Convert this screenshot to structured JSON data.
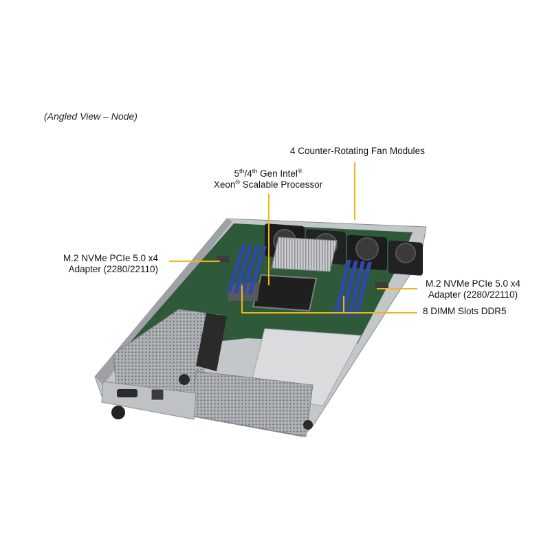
{
  "caption": "(Angled View – Node)",
  "callouts": {
    "fans": "4 Counter-Rotating  Fan Modules",
    "cpu": {
      "line1_a": "5",
      "line1_a_sup": "th",
      "line1_b": "/4",
      "line1_b_sup": "th",
      "line1_c": " Gen Intel",
      "line1_c_sup": "®",
      "line2_a": "Xeon",
      "line2_a_sup": "®",
      "line2_b": " Scalable Processor"
    },
    "m2_left": {
      "line1": "M.2 NVMe PCIe 5.0 x4",
      "line2": "Adapter (2280/22110)"
    },
    "m2_right": {
      "line1": "M.2 NVMe PCIe 5.0 x4",
      "line2": "Adapter (2280/22110)"
    },
    "dimm": "8 DIMM Slots DDR5"
  },
  "colors": {
    "leader_line": "#f2b418",
    "chassis_metal": "#b9bcbf",
    "board_green": "#2f5a3a",
    "dimm_blue": "#2f49a8",
    "fan_black": "#1c1c1c"
  }
}
